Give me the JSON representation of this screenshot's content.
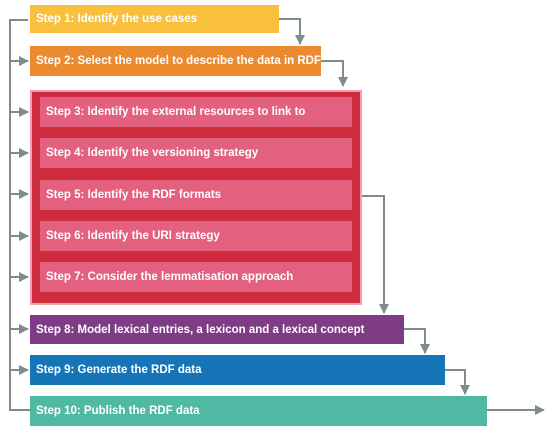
{
  "colors": {
    "step1": "#f9c03e",
    "step2": "#ec8a30",
    "group_bg": "#cf2b3e",
    "group_item": "#e3607f",
    "step8": "#7e3b86",
    "step9": "#1675b6",
    "step10": "#4fb9a3",
    "connector": "#7f8c8d"
  },
  "steps": {
    "s1": "Step 1: Identify the use cases",
    "s2": "Step 2: Select the model to describe the data in RDF",
    "s3": "Step 3: Identify the external resources to link to",
    "s4": "Step 4: Identify the versioning strategy",
    "s5": "Step 5: Identify the RDF formats",
    "s6": "Step 6: Identify the URI strategy",
    "s7": "Step 7: Consider the lemmatisation approach",
    "s8": "Step 8: Model lexical entries, a lexicon and a lexical concept",
    "s9": "Step 9: Generate the RDF data",
    "s10": "Step 10: Publish the RDF data"
  }
}
